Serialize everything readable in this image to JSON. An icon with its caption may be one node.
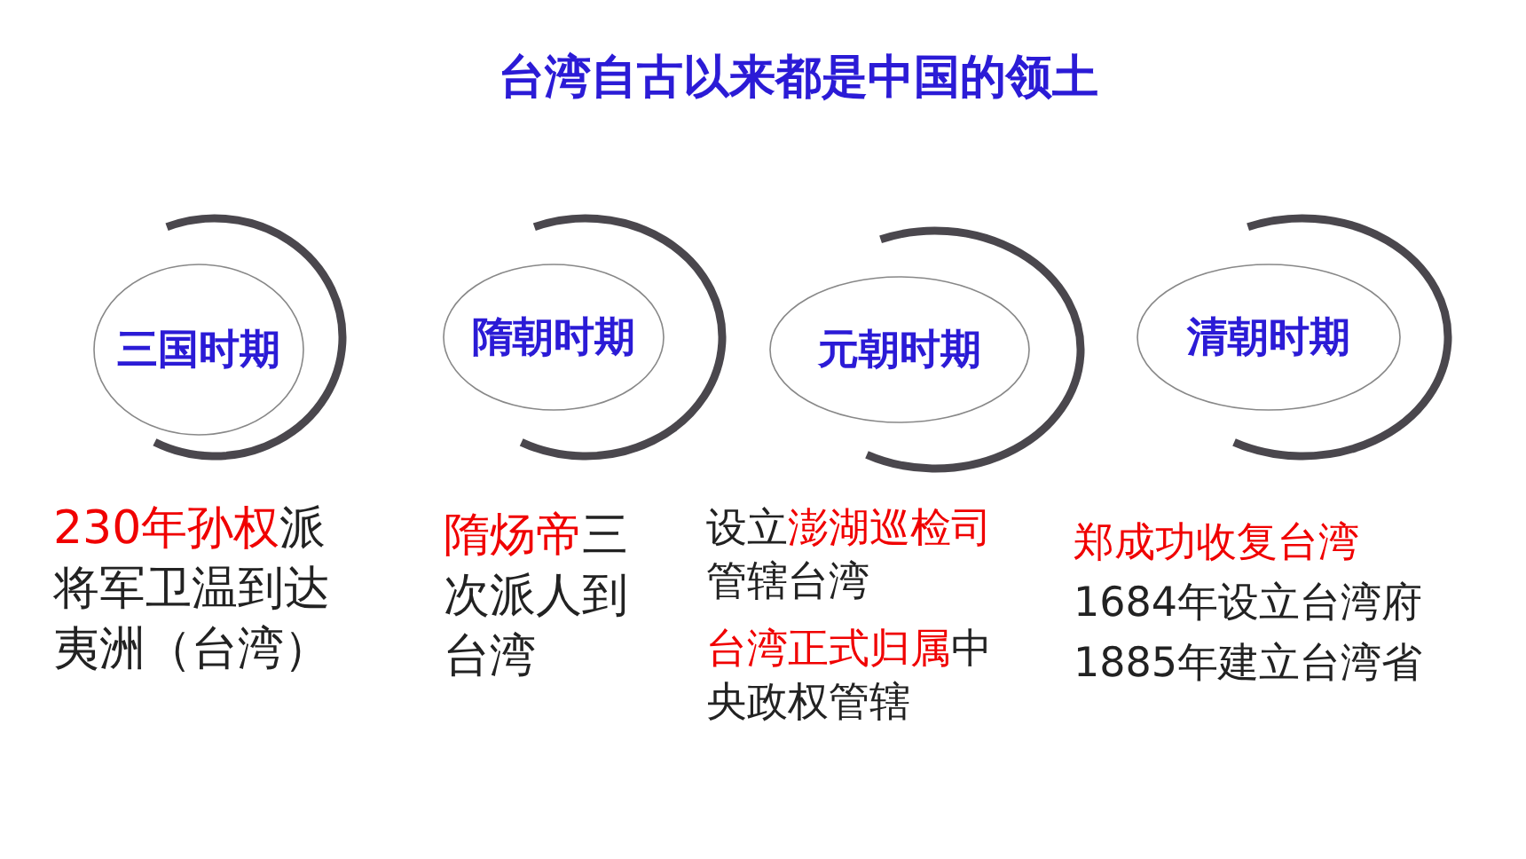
{
  "diagram": {
    "title": "台湾自古以来都是中国的领土",
    "nodes": [
      {
        "text": [
          "三国时期"
        ],
        "beside": [
          "**230年孙权**派将军卫温到达夷洲（台湾）"
        ]
      },
      {
        "text": [
          "隋朝时期"
        ],
        "beside": [
          "**隋炀帝**三次派人到台湾"
        ]
      },
      {
        "text": [
          "元朝时期"
        ],
        "beside": [
          "设立**澎湖巡检司**管辖台湾",
          "**台湾正式归属**中央政权管辖"
        ]
      },
      {
        "text": [
          "清朝时期"
        ],
        "beside": [
          "郑成功收复台湾",
          "1684年设立台湾府",
          "1885年建立台湾省"
        ]
      }
    ]
  }
}
